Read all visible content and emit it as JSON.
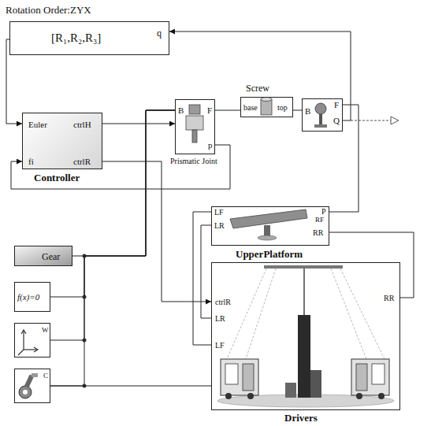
{
  "diagram": {
    "nodes": [
      {
        "text": [
          "Rotation Order:ZYX",
          "[R₁,R₂,R₃]",
          "q"
        ]
      },
      {
        "text": [
          "Euler",
          "ctrlH",
          "fi",
          "ctrlR",
          "Controller"
        ]
      },
      {
        "text": [
          "B",
          "F",
          "p",
          "Prismatic Joint"
        ]
      },
      {
        "text": [
          "Screw",
          "base",
          "top"
        ]
      },
      {
        "text": [
          "B",
          "F",
          "Q"
        ]
      },
      {
        "text": [
          "LF",
          "LR",
          "P",
          "RF",
          "RR",
          "UpperPlatform"
        ]
      },
      {
        "text": [
          "ctrlR",
          "LR",
          "LF",
          "RR",
          "Drivers"
        ]
      },
      {
        "text": [
          "Gear"
        ]
      },
      {
        "text": [
          "f(x)=0"
        ]
      },
      {
        "text": [
          "W"
        ]
      },
      {
        "text": [
          "C"
        ]
      }
    ],
    "edges": [
      {
        "from": 4,
        "to": 0,
        "arrow": "to"
      },
      {
        "from": 0,
        "to": 1,
        "arrow": "to"
      },
      {
        "from": 1,
        "to": 2,
        "arrow": "to"
      },
      {
        "from": 2,
        "to": 1,
        "arrow": "to"
      },
      {
        "from": 2,
        "to": 3,
        "arrow": "none"
      },
      {
        "from": 3,
        "to": 4,
        "arrow": "none"
      },
      {
        "from": 4,
        "to": 5,
        "arrow": "none"
      },
      {
        "from": 5,
        "to": 6,
        "arrow": "none"
      },
      {
        "from": 5,
        "to": 6,
        "arrow": "none"
      },
      {
        "from": 5,
        "to": 6,
        "arrow": "none"
      },
      {
        "from": 1,
        "to": 6,
        "arrow": "to"
      },
      {
        "from": 7,
        "to": 2,
        "arrow": "none"
      },
      {
        "from": 8,
        "to": 2,
        "arrow": "none"
      },
      {
        "from": 9,
        "to": 2,
        "arrow": "none"
      },
      {
        "from": 10,
        "to": 2,
        "arrow": "none"
      },
      {
        "from": 10,
        "to": 6,
        "arrow": "none"
      }
    ]
  }
}
